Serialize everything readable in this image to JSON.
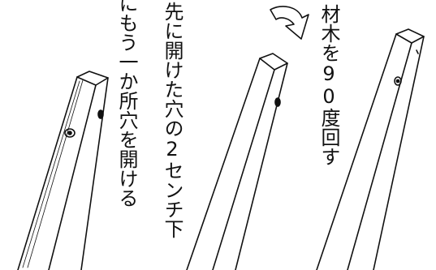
{
  "instructions": {
    "hole_instruction": "先に開けた穴の2センチ下",
    "hole_instruction_cont": "にもう一か所穴を開ける",
    "rotate_instruction": "材木を90度回す"
  },
  "icons": {
    "rotate": "rotate-arrow-icon",
    "hole": "drilled-hole-icon"
  },
  "colors": {
    "ink": "#111111",
    "paper": "#ffffff"
  }
}
